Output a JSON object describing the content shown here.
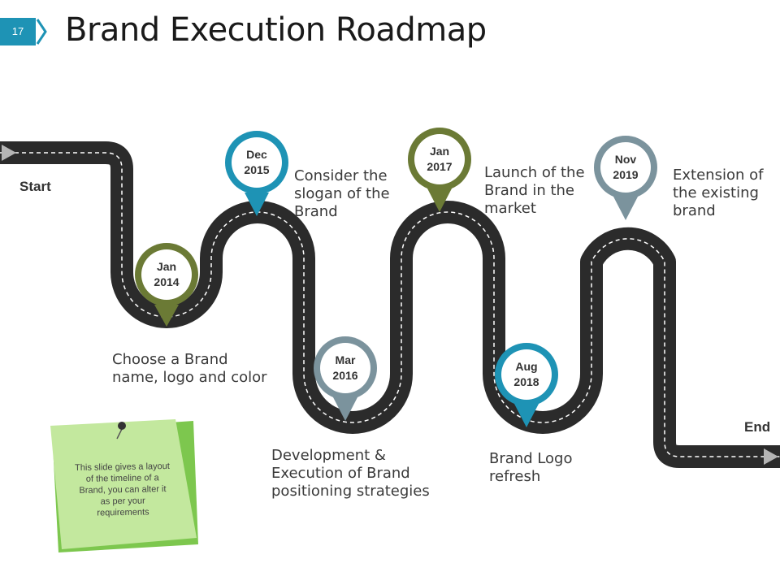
{
  "slide": {
    "number": "17",
    "title": "Brand Execution Roadmap"
  },
  "road": {
    "start_label": "Start",
    "end_label": "End",
    "road_color": "#2b2b2b",
    "lane_color": "#ffffff"
  },
  "milestones": [
    {
      "date": "Jan\n2014",
      "text": "Choose a Brand\nname, logo and color",
      "color": "#6b7a35"
    },
    {
      "date": "Dec\n2015",
      "text": "Consider the\nslogan of the\nBrand",
      "color": "#1e93b5"
    },
    {
      "date": "Mar\n2016",
      "text": "Development &\nExecution of Brand\npositioning strategies",
      "color": "#7b939d"
    },
    {
      "date": "Jan\n2017",
      "text": "Launch of the\nBrand in the\nmarket",
      "color": "#6b7a35"
    },
    {
      "date": "Aug\n2018",
      "text": "Brand Logo\nrefresh",
      "color": "#1e93b5"
    },
    {
      "date": "Nov\n2019",
      "text": "Extension of\nthe existing\nbrand",
      "color": "#7b939d"
    }
  ],
  "note": {
    "text": "This slide gives a layout of the timeline of a Brand, you can alter it as per your requirements",
    "color": "#b9e08f"
  }
}
